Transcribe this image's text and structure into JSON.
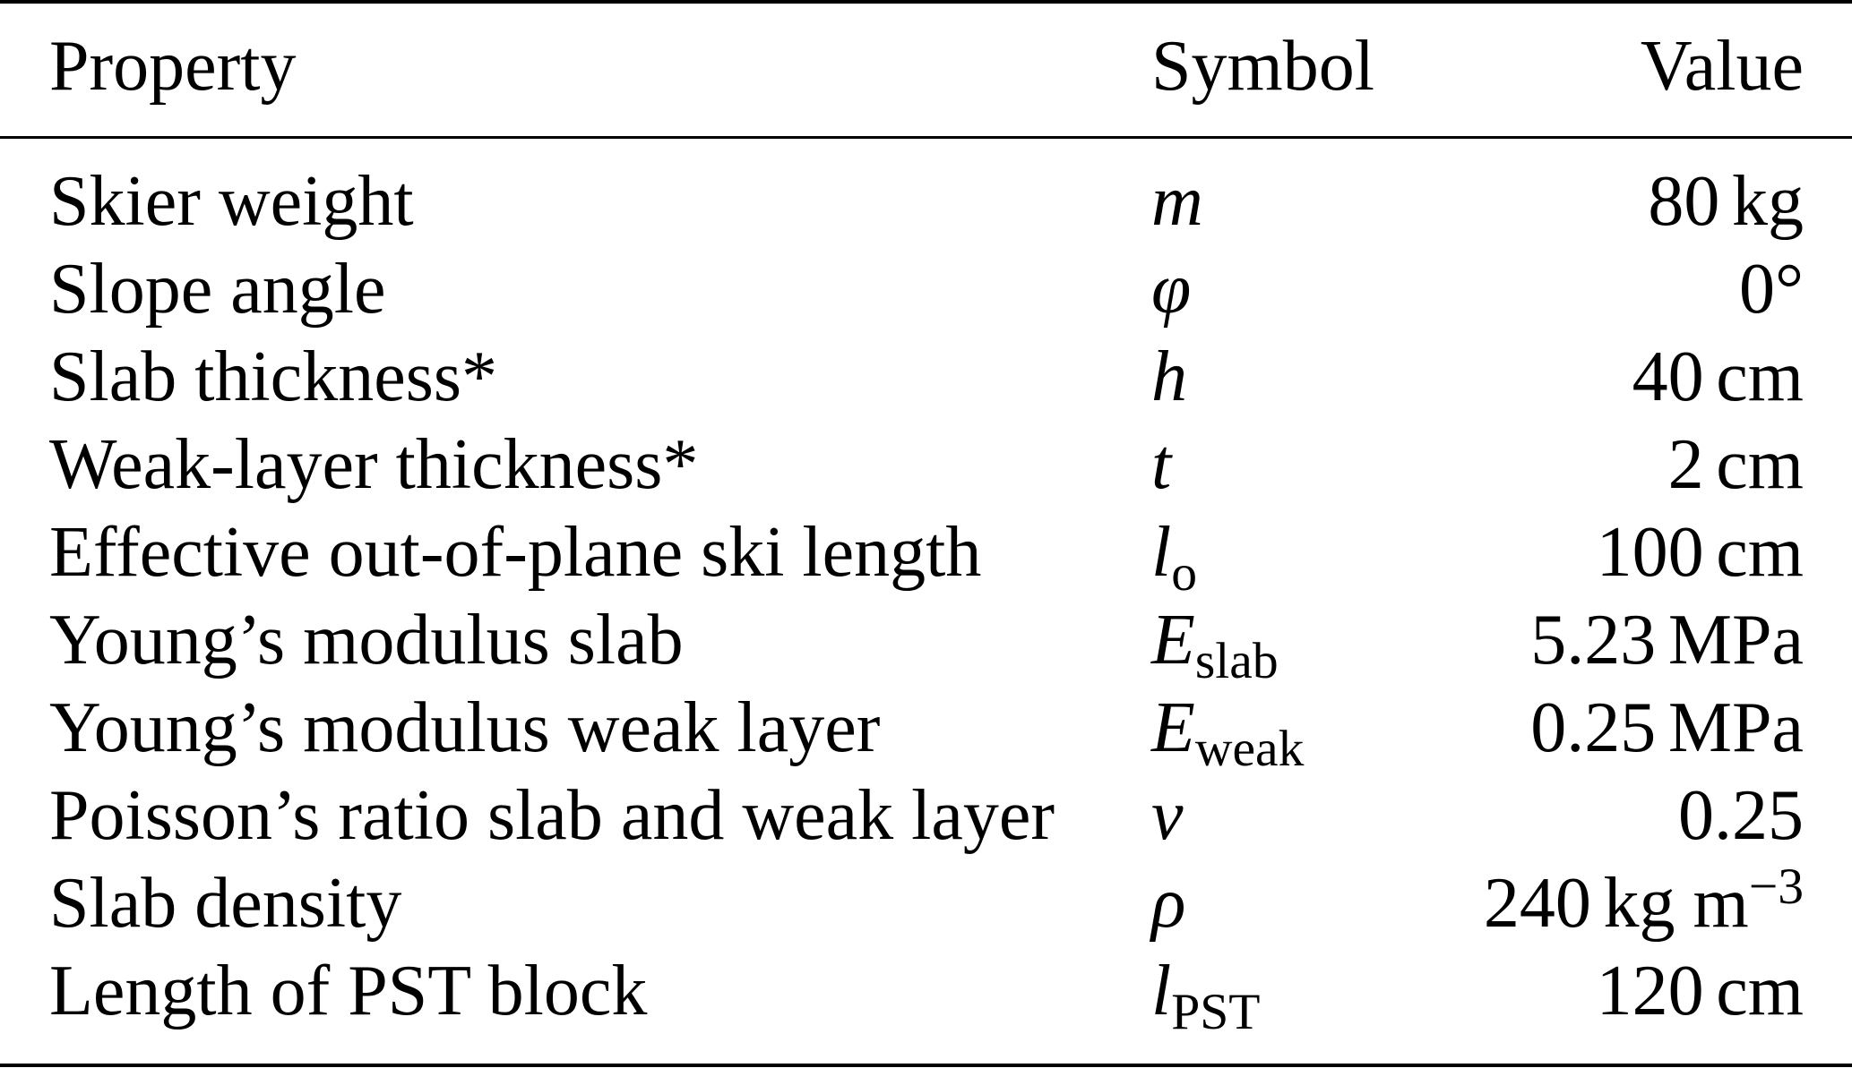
{
  "table": {
    "headers": [
      "Property",
      "Symbol",
      "Value"
    ],
    "rows": [
      {
        "property": "Skier weight",
        "symbol": "m",
        "sub": "",
        "num": "80",
        "unit": "kg",
        "sup": ""
      },
      {
        "property": "Slope angle",
        "symbol": "φ",
        "sub": "",
        "num": "0°",
        "unit": "",
        "sup": ""
      },
      {
        "property": "Slab thickness*",
        "symbol": "h",
        "sub": "",
        "num": "40",
        "unit": "cm",
        "sup": ""
      },
      {
        "property": "Weak-layer thickness*",
        "symbol": "t",
        "sub": "",
        "num": "2",
        "unit": "cm",
        "sup": ""
      },
      {
        "property": "Effective out-of-plane ski length",
        "symbol": "l",
        "sub": "o",
        "num": "100",
        "unit": "cm",
        "sup": ""
      },
      {
        "property": "Young’s modulus slab",
        "symbol": "E",
        "sub": "slab",
        "num": "5.23",
        "unit": "MPa",
        "sup": ""
      },
      {
        "property": "Young’s modulus weak layer",
        "symbol": "E",
        "sub": "weak",
        "num": "0.25",
        "unit": "MPa",
        "sup": ""
      },
      {
        "property": "Poisson’s ratio slab and weak layer",
        "symbol": "ν",
        "sub": "",
        "num": "0.25",
        "unit": "",
        "sup": ""
      },
      {
        "property": "Slab density",
        "symbol": "ρ",
        "sub": "",
        "num": "240",
        "unit": "kg m",
        "sup": "−3"
      },
      {
        "property": "Length of PST block",
        "symbol": "l",
        "sub": "PST",
        "num": "120",
        "unit": "cm",
        "sup": ""
      }
    ]
  }
}
